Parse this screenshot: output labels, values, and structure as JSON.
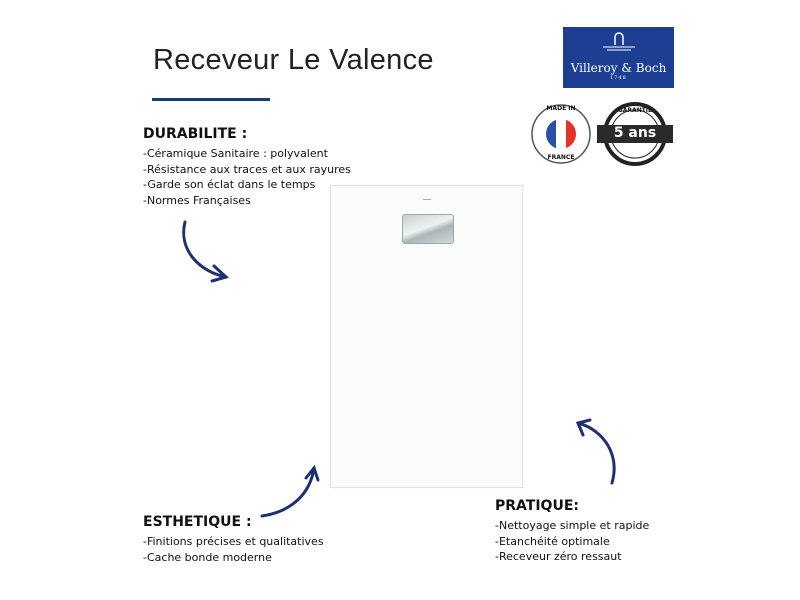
{
  "title": "Receveur Le Valence",
  "brand": {
    "name": "Villeroy & Boch",
    "year": "1748"
  },
  "badges": {
    "made_in_top": "MADE IN",
    "made_in_bottom": "FRANCE",
    "guarantee_word": "GARANTIE",
    "guarantee_value": "5 ans"
  },
  "durabilite": {
    "heading": "DURABILITE :",
    "items": [
      "-Céramique Sanitaire : polyvalent",
      "-Résistance aux traces et aux rayures",
      "-Garde son éclat dans le temps",
      "-Normes Françaises"
    ]
  },
  "esthetique": {
    "heading": "ESTHETIQUE :",
    "items": [
      "-Finitions précises et qualitatives",
      "-Cache bonde moderne"
    ]
  },
  "pratique": {
    "heading": "PRATIQUE:",
    "items": [
      "-Nettoyage simple et rapide",
      "-Etanchéité optimale",
      "-Receveur zéro ressaut"
    ]
  },
  "colors": {
    "accent": "#1d3a78",
    "brand": "#1c3f94"
  }
}
